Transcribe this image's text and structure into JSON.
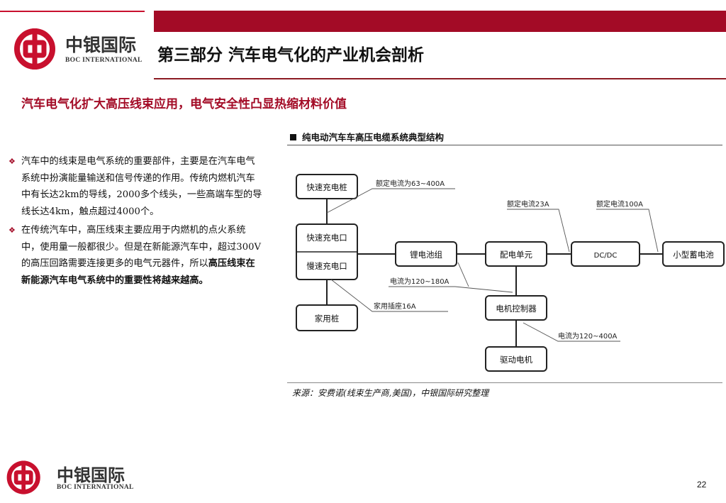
{
  "brand": {
    "name_cn": "中银国际",
    "name_en": "BOC INTERNATIONAL"
  },
  "header": {
    "title": "第三部分  汽车电气化的产业机会剖析",
    "subtitle": "汽车电气化扩大高压线束应用，电气安全性凸显热缩材料价值",
    "accent_color": "#a30b26"
  },
  "bullets": [
    {
      "parts": [
        {
          "text": "汽车中的线束是电气系统的重要部件，主要是在汽车电气系统中扮演能量输送和信号传递的作用。传统内燃机汽车中有长达2km的导线，2000多个线头，一些高端车型的导线长达4km，触点超过4000个。",
          "bold": false
        }
      ]
    },
    {
      "parts": [
        {
          "text": "在传统汽车中，高压线束主要应用于内燃机的点火系统中，使用量一般都很少。但是在新能源汽车中，超过300V的高压回路需要连接更多的电气元器件，所以",
          "bold": false
        },
        {
          "text": "高压线束在新能源汽车电气系统中的重要性将越来越高。",
          "bold": true
        }
      ]
    }
  ],
  "figure": {
    "title": "纯电动汽车车高压电缆系统典型结构",
    "nodes": {
      "fast_pile": "快速充电桩",
      "fast_port": "快速充电口",
      "slow_port": "慢速充电口",
      "home_pile": "家用桩",
      "battery": "锂电池组",
      "pdu": "配电单元",
      "dcdc": "DC/DC",
      "small_battery": "小型蓄电池",
      "motor_ctrl": "电机控制器",
      "motor": "驱动电机"
    },
    "labels": {
      "rated_63_400": "额定电流为63~400A",
      "rated_23": "额定电流23A",
      "rated_100": "额定电流100A",
      "current_120_180": "电流为120~180A",
      "home_socket": "家用插座16A",
      "current_120_400": "电流为120~400A"
    },
    "source": "来源：安费诺(线束生产商,美国)，中银国际研究整理"
  },
  "footer": {
    "page_number": "22"
  }
}
